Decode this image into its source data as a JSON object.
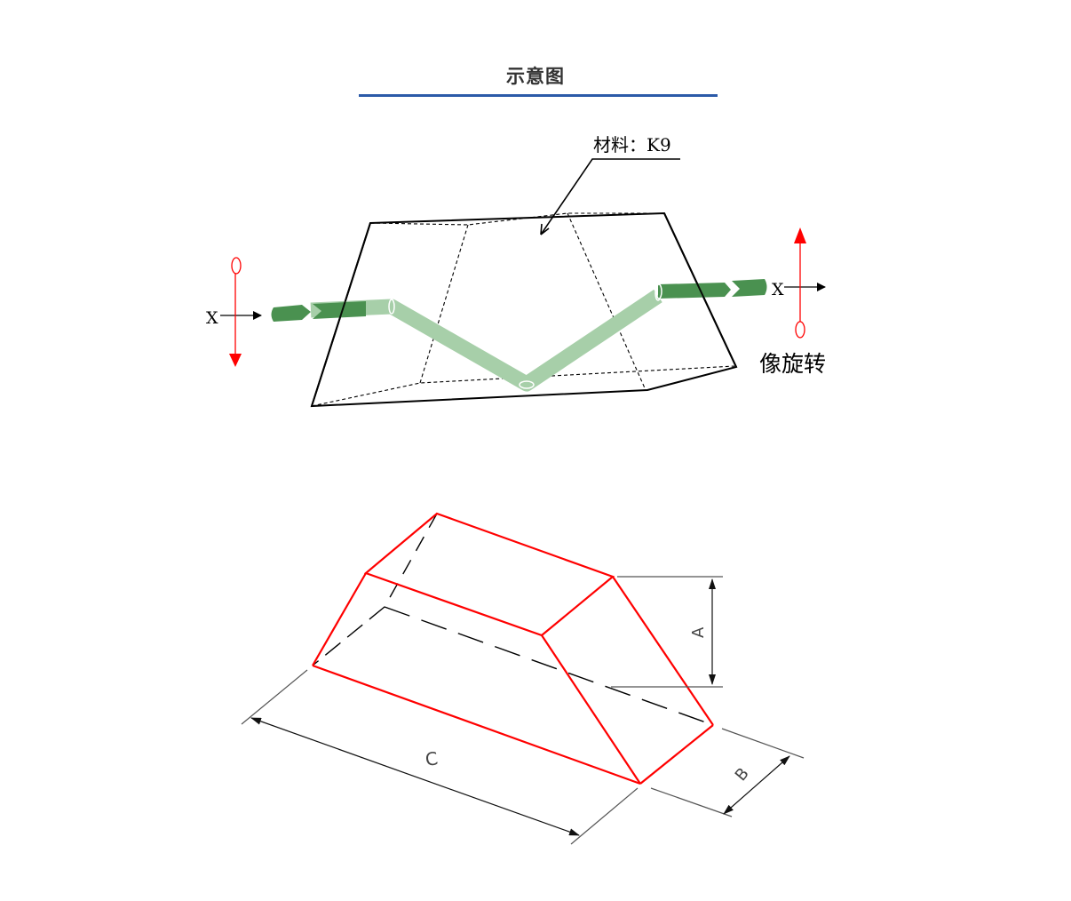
{
  "header": {
    "title": "示意图",
    "rule_color": "#2b5aa8"
  },
  "top_diagram": {
    "material_label": "材料：K9",
    "input_axis_label": "X",
    "output_axis_label": "X",
    "rotation_label": "像旋转",
    "colors": {
      "outline": "#000000",
      "beam_dark": "#4a9150",
      "beam_light": "#a7cfa9",
      "rotation_marker": "#ff0000"
    }
  },
  "bottom_diagram": {
    "dimension_a": "A",
    "dimension_b": "B",
    "dimension_c": "C",
    "colors": {
      "edges_visible": "#ff0000",
      "edges_hidden": "#000000",
      "dimension_lines": "#555555"
    }
  }
}
